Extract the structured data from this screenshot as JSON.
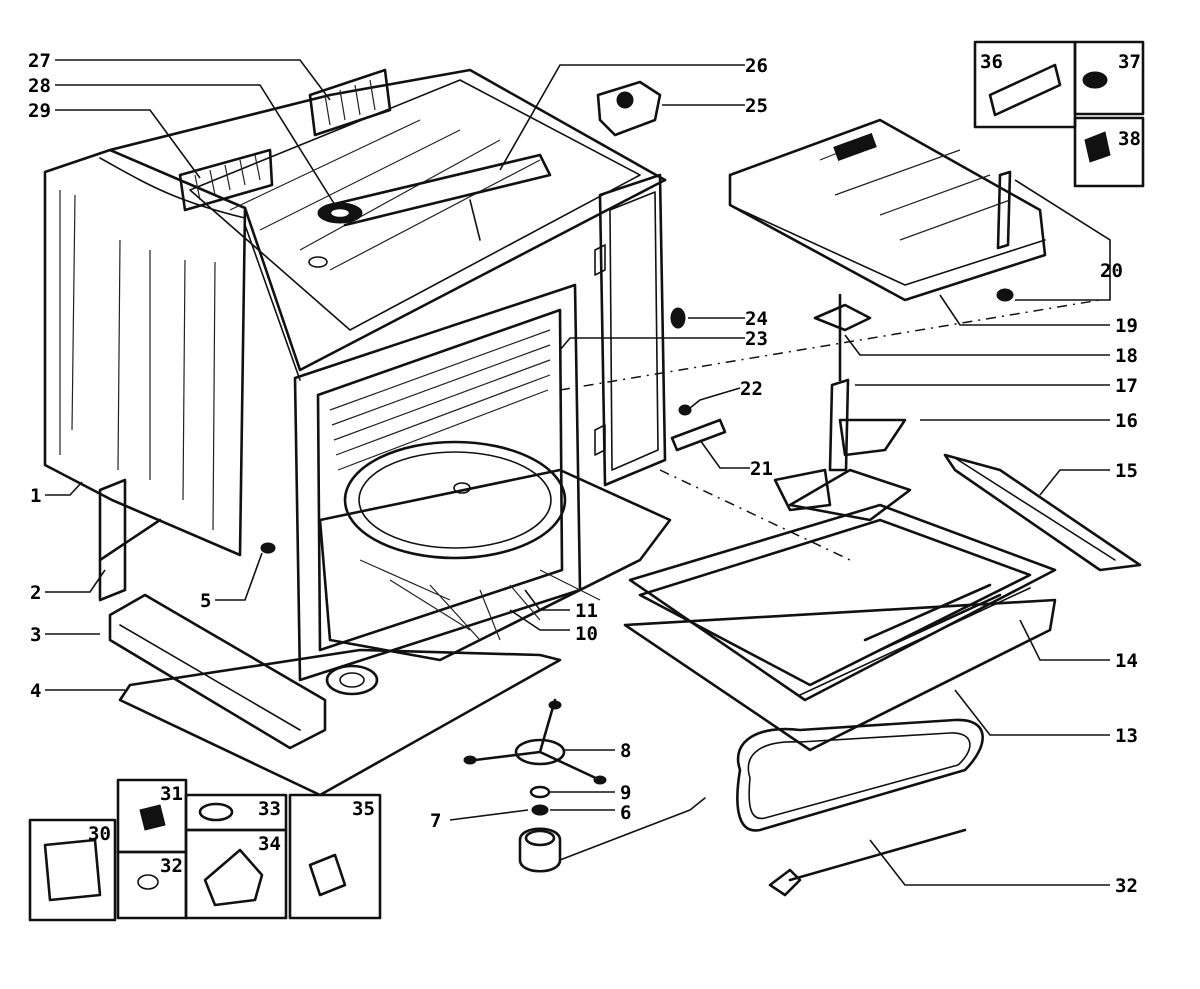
{
  "diagram": {
    "callouts": {
      "c1": "1",
      "c2": "2",
      "c3": "3",
      "c4": "4",
      "c5": "5",
      "c6": "6",
      "c7": "7",
      "c8": "8",
      "c9": "9",
      "c10": "10",
      "c11": "11",
      "c13": "13",
      "c14": "14",
      "c15": "15",
      "c16": "16",
      "c17": "17",
      "c18": "18",
      "c19": "19",
      "c20": "20",
      "c21": "21",
      "c22": "22",
      "c23": "23",
      "c24": "24",
      "c25": "25",
      "c26": "26",
      "c27": "27",
      "c28": "28",
      "c29": "29",
      "c30": "30",
      "c31": "31",
      "c32a": "32",
      "c32b": "32",
      "c33": "33",
      "c34": "34",
      "c35": "35",
      "c36": "36",
      "c37": "37",
      "c38": "38"
    }
  }
}
